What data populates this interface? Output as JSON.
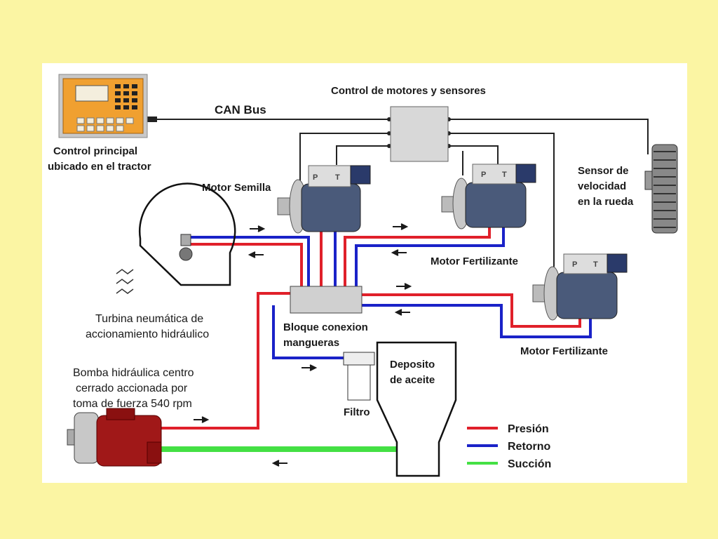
{
  "diagram": {
    "labels": {
      "control_principal_1": "Control principal",
      "control_principal_2": "ubicado en el tractor",
      "can_bus": "CAN Bus",
      "control_motores": "Control de motores y sensores",
      "sensor_1": "Sensor de",
      "sensor_2": "velocidad",
      "sensor_3": "en la rueda",
      "motor_semilla": "Motor Semilla",
      "motor_fert_1": "Motor Fertilizante",
      "motor_fert_2": "Motor Fertilizante",
      "turbina_1": "Turbina neumática de",
      "turbina_2": "accionamiento hidráulico",
      "bloque_1": "Bloque conexion",
      "bloque_2": "mangueras",
      "bomba_1": "Bomba hidráulica centro",
      "bomba_2": "cerrado accionada por",
      "bomba_3": "toma de fuerza 540 rpm",
      "filtro": "Filtro",
      "deposito_1": "Deposito",
      "deposito_2": "de aceite",
      "port_p": "P",
      "port_t": "T"
    },
    "legend": [
      {
        "label": "Presión",
        "color": "#E0202A"
      },
      {
        "label": "Retorno",
        "color": "#1A22C8"
      },
      {
        "label": "Succión",
        "color": "#44E044"
      }
    ],
    "colors": {
      "pressure": "#E0202A",
      "return": "#1A22C8",
      "suction": "#44E044",
      "cable": "#222222",
      "controller": "#F0A030",
      "pump": "#A01818",
      "motor_body": "#4A5A7A",
      "background": "#FBF5A3"
    }
  }
}
